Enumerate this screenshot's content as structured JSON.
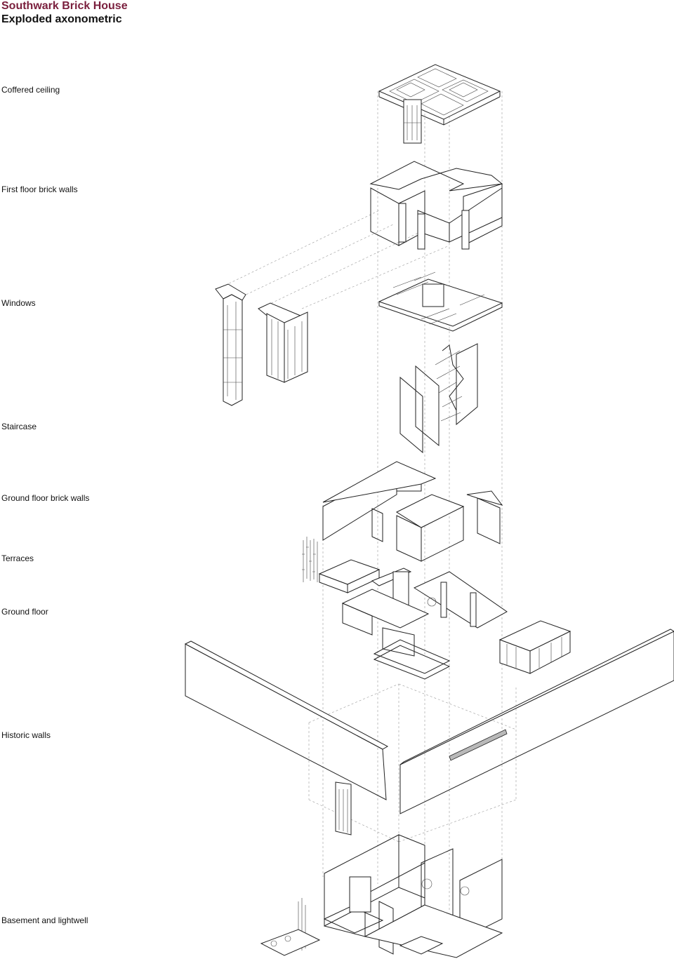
{
  "title": "Southwark Brick House",
  "subtitle": "Exploded axonometric",
  "layers": [
    {
      "label": "Coffered ceiling"
    },
    {
      "label": "First floor brick walls"
    },
    {
      "label": "Windows"
    },
    {
      "label": "Staircase"
    },
    {
      "label": "Ground floor brick walls"
    },
    {
      "label": "Terraces"
    },
    {
      "label": "Ground floor"
    },
    {
      "label": "Historic walls"
    },
    {
      "label": "Basement and lightwell"
    }
  ],
  "colors": {
    "title": "#7a1f3d",
    "text": "#111111",
    "line": "#222222"
  }
}
